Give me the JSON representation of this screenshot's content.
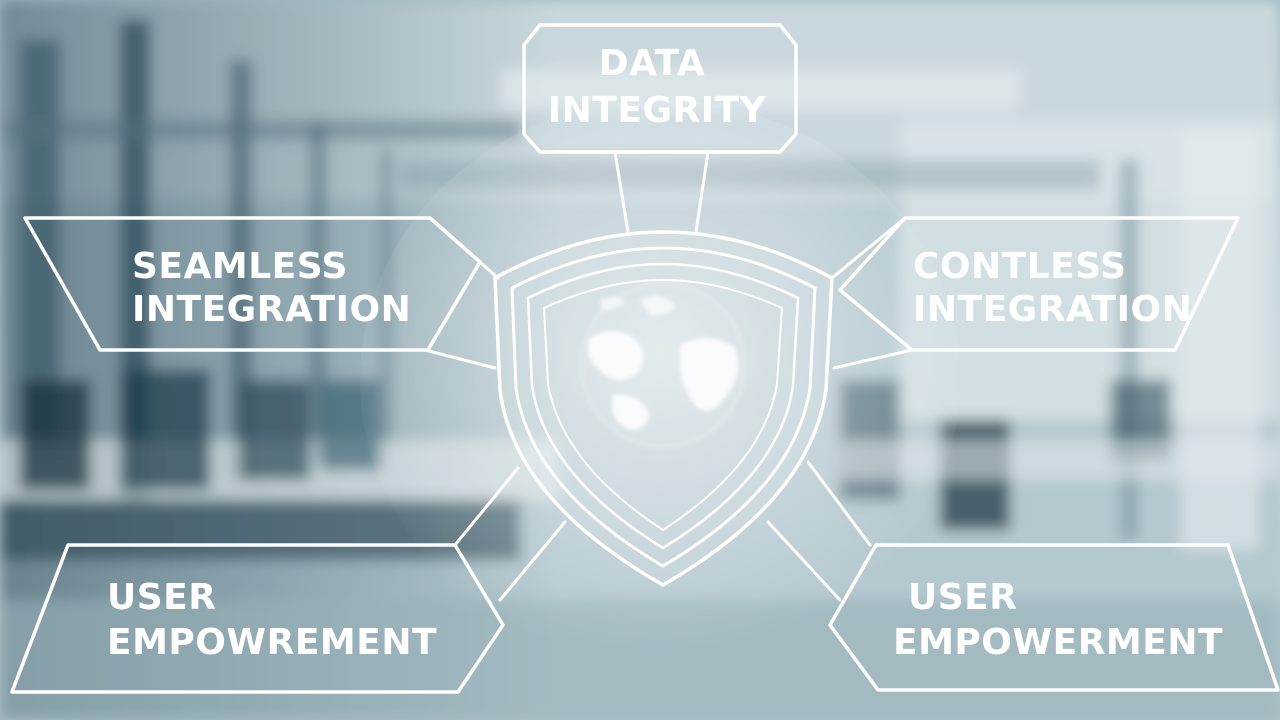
{
  "diagram": {
    "center": {
      "icon": "shield-globe-icon"
    },
    "nodes": [
      {
        "id": "top",
        "lines": [
          "DATA",
          "INTEGRITY"
        ]
      },
      {
        "id": "left-upper",
        "lines": [
          "SEAMLESS",
          "INTEGRATION"
        ]
      },
      {
        "id": "right-upper",
        "lines": [
          "CONTLESS",
          "INTEGRATION"
        ]
      },
      {
        "id": "left-lower",
        "lines": [
          "USER",
          "EMPOWREMENT"
        ]
      },
      {
        "id": "right-lower",
        "lines": [
          "USER",
          "EMPOWERMENT"
        ]
      }
    ]
  },
  "colors": {
    "line": "#ffffff",
    "dark_panel": "#0f2f3f",
    "background": "#b9ccd3"
  }
}
